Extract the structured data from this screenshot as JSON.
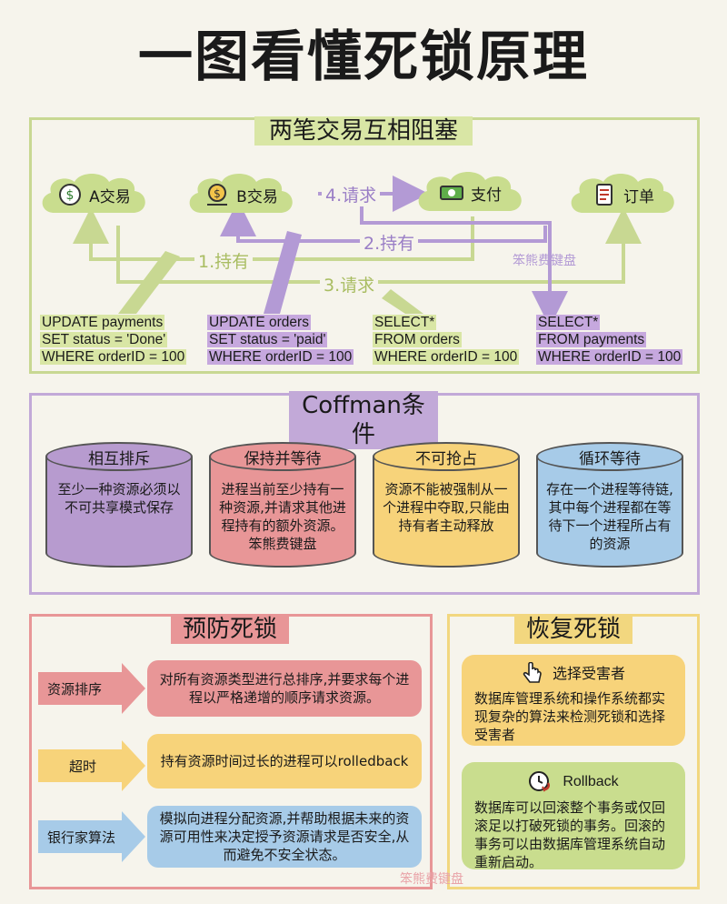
{
  "title": "一图看懂死锁原理",
  "section1": {
    "title": "两笔交易互相阻塞",
    "nodes": {
      "a": "A交易",
      "b": "B交易",
      "pay": "支付",
      "order": "订单"
    },
    "arrows": {
      "hold1": "1.持有",
      "hold2": "2.持有",
      "req3": "3.请求",
      "req4": "4.请求"
    },
    "sql": {
      "s1": [
        "UPDATE payments",
        "SET status = 'Done'",
        "WHERE orderID = 100"
      ],
      "s2": [
        "UPDATE orders",
        "SET status = 'paid'",
        "WHERE orderID = 100"
      ],
      "s3": [
        "SELECT*",
        "FROM orders",
        "WHERE orderID = 100"
      ],
      "s4": [
        "SELECT*",
        "FROM payments",
        "WHERE orderID = 100"
      ]
    },
    "watermark": "笨熊费键盘"
  },
  "section2": {
    "title": "Coffman条件",
    "conditions": [
      {
        "name": "相互排斥",
        "text": "至少一种资源必须以不可共享模式保存",
        "color": "#b79bcf"
      },
      {
        "name": "保持并等待",
        "text": "进程当前至少持有一种资源,并请求其他进程持有的额外资源。笨熊费键盘",
        "color": "#e89697"
      },
      {
        "name": "不可抢占",
        "text": "资源不能被强制从一个进程中夺取,只能由持有者主动释放",
        "color": "#f7d37a"
      },
      {
        "name": "循环等待",
        "text": "存在一个进程等待链,其中每个进程都在等待下一个进程所占有的资源",
        "color": "#a7cbe8"
      }
    ]
  },
  "section3": {
    "title": "预防死锁",
    "items": [
      {
        "tag": "资源排序",
        "desc": "对所有资源类型进行总排序,并要求每个进程以严格递增的顺序请求资源。"
      },
      {
        "tag": "超时",
        "desc": "持有资源时间过长的进程可以rolledback"
      },
      {
        "tag": "银行家算法",
        "desc": "模拟向进程分配资源,并帮助根据未来的资源可用性来决定授予资源请求是否安全,从而避免不安全状态。"
      }
    ]
  },
  "section4": {
    "title": "恢复死锁",
    "cards": [
      {
        "head": "选择受害者",
        "text": "数据库管理系统和操作系统都实现复杂的算法来检测死锁和选择受害者"
      },
      {
        "head": "Rollback",
        "text": "数据库可以回滚整个事务或仅回滚足以打破死锁的事务。回滚的事务可以由数据库管理系统自动重新启动。"
      }
    ]
  },
  "watermark_bottom": "笨熊费键盘"
}
